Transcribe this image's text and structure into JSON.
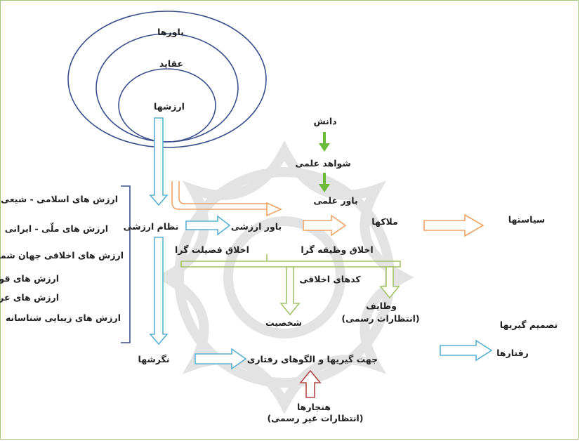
{
  "circles": {
    "outer": "باورها",
    "middle": "عقاید",
    "inner": "ارزشها"
  },
  "value_sources": [
    "ارزش های اسلامی - شیعی",
    "ارزش های ملّی - ایرانی",
    "ارزش های اخلاقی جهان شمول",
    "ارزش های قومی",
    "ارزش های عرفی",
    "ارزش های زیبایی شناسانه"
  ],
  "nodes": {
    "value_system": "نظام ارزشی",
    "value_belief": "باور ارزشی",
    "knowledge": "دانش",
    "scientific_evidence": "شواهد علمی",
    "scientific_belief": "باور علمی",
    "criteria": "ملاکها",
    "policies": "سیاستها",
    "virtue_ethics": "اخلاق فضیلت گرا",
    "duty_ethics": "اخلاق وظیفه گرا",
    "ethical_codes": "کدهای اخلاقی",
    "personality": "شخصیت",
    "duties": "وظایف",
    "formal_expectations": "(انتظارات رسمی)",
    "decisions": "تصمیم گیریها",
    "attitudes": "نگرشها",
    "behavior_patterns": "جهت گیریها و الگوهای رفتاری",
    "behaviors": "رفتارها",
    "norms": "هنجارها",
    "informal_expectations": "(انتظارات غیر رسمی)"
  },
  "colors": {
    "border": "#a6c27a",
    "circles": "#3b4f8c",
    "blue_arrow": "#5ab0d4",
    "orange_arrow": "#f0a365",
    "green_arrow": "#a3c26a",
    "solid_green": "#6dbb3a",
    "red_arrow": "#b14848",
    "bracket": "#3b4f8c",
    "watermark": "#e2e2e2"
  }
}
